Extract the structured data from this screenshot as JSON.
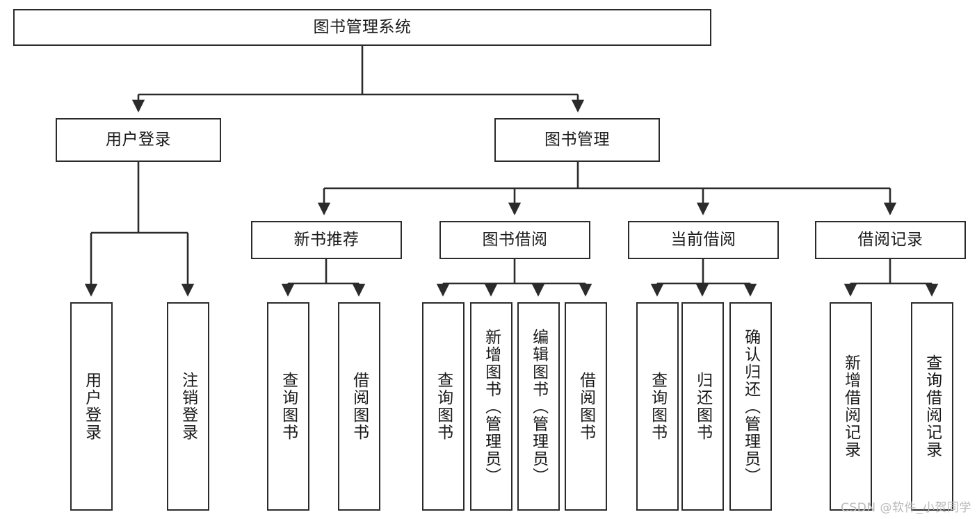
{
  "diagram": {
    "type": "tree-hierarchy",
    "title": "图书管理系统",
    "orientation": "top-down",
    "colors": {
      "box_stroke": "#2b2b2b",
      "box_fill": "#ffffff",
      "connector": "#2b2b2b",
      "text": "#1a1a1a",
      "watermark": "#b9b9b9",
      "background": "#ffffff"
    }
  },
  "nodes": {
    "root": {
      "label": "图书管理系统"
    },
    "tier2": [
      {
        "id": "user-login",
        "label": "用户登录"
      },
      {
        "id": "book-management",
        "label": "图书管理"
      }
    ],
    "tier3": [
      {
        "id": "new-book-recommend",
        "label": "新书推荐"
      },
      {
        "id": "book-borrow",
        "label": "图书借阅"
      },
      {
        "id": "current-borrow",
        "label": "当前借阅"
      },
      {
        "id": "borrow-record",
        "label": "借阅记录"
      }
    ],
    "leaves": [
      {
        "id": "leaf-user-login",
        "parent": "user-login",
        "label": "用户登录"
      },
      {
        "id": "leaf-logout",
        "parent": "user-login",
        "label": "注销登录"
      },
      {
        "id": "leaf-query-book-1",
        "parent": "new-book-recommend",
        "label": "查询图书"
      },
      {
        "id": "leaf-borrow-book-1",
        "parent": "new-book-recommend",
        "label": "借阅图书"
      },
      {
        "id": "leaf-query-book-2",
        "parent": "book-borrow",
        "label": "查询图书"
      },
      {
        "id": "leaf-add-book",
        "parent": "book-borrow",
        "label": "新增图书（管理员）"
      },
      {
        "id": "leaf-edit-book",
        "parent": "book-borrow",
        "label": "编辑图书（管理员）"
      },
      {
        "id": "leaf-borrow-book-2",
        "parent": "book-borrow",
        "label": "借阅图书"
      },
      {
        "id": "leaf-query-book-3",
        "parent": "current-borrow",
        "label": "查询图书"
      },
      {
        "id": "leaf-return-book",
        "parent": "current-borrow",
        "label": "归还图书"
      },
      {
        "id": "leaf-confirm-return",
        "parent": "current-borrow",
        "label": "确认归还（管理员）"
      },
      {
        "id": "leaf-add-record",
        "parent": "borrow-record",
        "label": "新增借阅记录"
      },
      {
        "id": "leaf-query-record",
        "parent": "borrow-record",
        "label": "查询借阅记录"
      }
    ]
  },
  "watermark": {
    "text": "CSDN @软件_小贺同学"
  }
}
